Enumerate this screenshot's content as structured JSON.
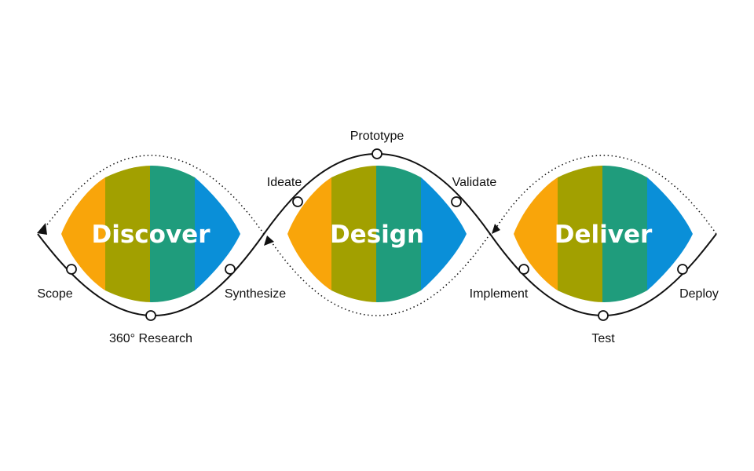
{
  "colors": {
    "segment_1": "#f9a50a",
    "segment_2": "#a2a000",
    "segment_3": "#1f9c7c",
    "segment_4": "#0a8fd8",
    "path": "#111111",
    "label_text": "#111111",
    "title_text": "#ffffff"
  },
  "phases": [
    {
      "title": "Discover"
    },
    {
      "title": "Design"
    },
    {
      "title": "Deliver"
    }
  ],
  "steps": {
    "scope": "Scope",
    "research": "360° Research",
    "synthesize": "Synthesize",
    "ideate": "Ideate",
    "prototype": "Prototype",
    "validate": "Validate",
    "implement": "Implement",
    "test": "Test",
    "deploy": "Deploy"
  }
}
